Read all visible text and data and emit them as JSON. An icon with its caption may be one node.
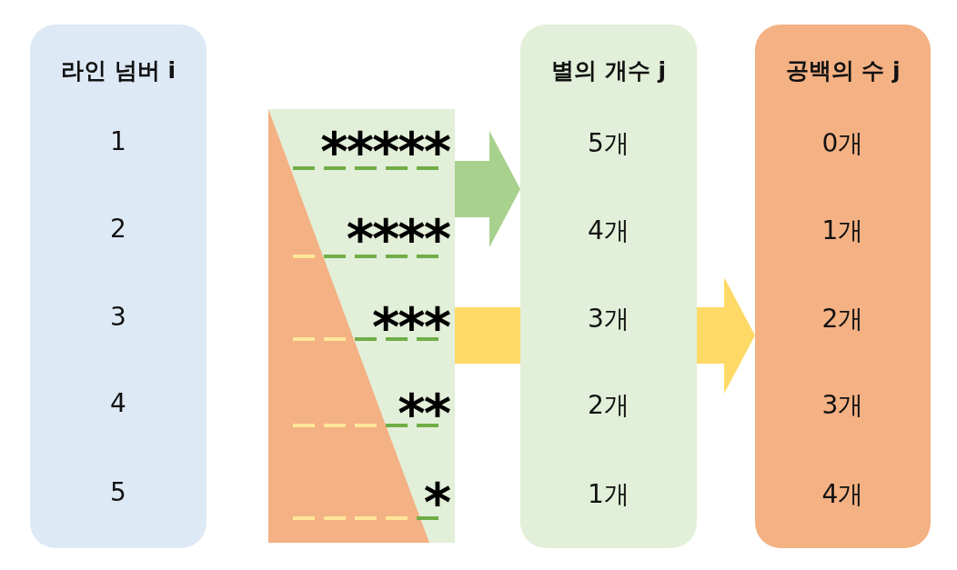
{
  "diagram": {
    "nodes": [
      {
        "text": [
          "라인 넘버 i",
          "1",
          "2",
          "3",
          "4",
          "5"
        ]
      },
      {
        "text": [
          "*****",
          "****",
          "***",
          "**",
          "*"
        ]
      },
      {
        "text": [
          "별의 개수 j",
          "5개",
          "4개",
          "3개",
          "2개",
          "1개"
        ]
      },
      {
        "text": [
          "공백의 수 j",
          "0개",
          "1개",
          "2개",
          "3개",
          "4개"
        ]
      }
    ],
    "edges": [
      {
        "from": 1,
        "to": 2,
        "arrow": "to",
        "style": "thick",
        "color": "#a9d18e"
      },
      {
        "from": 1,
        "to": 3,
        "arrow": "to",
        "style": "thick",
        "color": "#ffd966"
      }
    ]
  }
}
